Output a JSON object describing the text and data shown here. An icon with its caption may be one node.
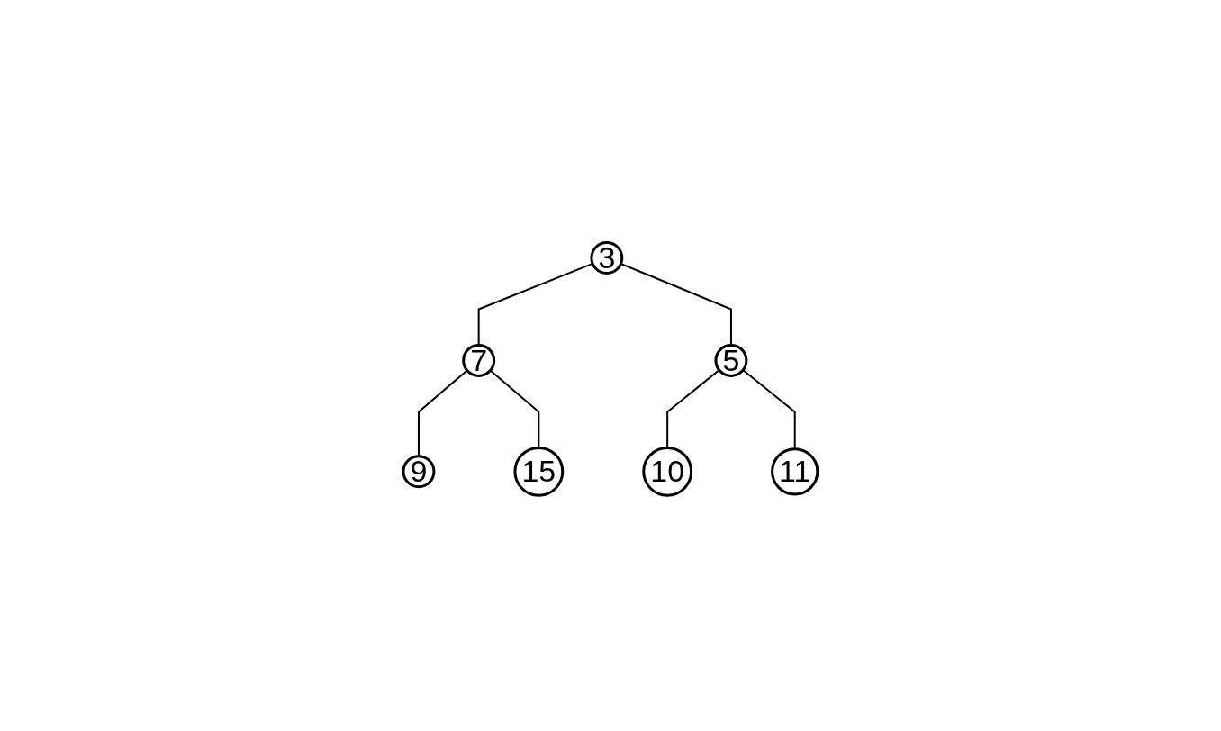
{
  "diagram": {
    "nodes": [
      {
        "text": [
          "3"
        ]
      },
      {
        "text": [
          "7"
        ]
      },
      {
        "text": [
          "5"
        ]
      },
      {
        "text": [
          "9"
        ]
      },
      {
        "text": [
          "15"
        ]
      },
      {
        "text": [
          "10"
        ]
      },
      {
        "text": [
          "11"
        ]
      }
    ],
    "edges": [
      {
        "from": 0,
        "to": 1,
        "arrow": "none"
      },
      {
        "from": 0,
        "to": 2,
        "arrow": "none"
      },
      {
        "from": 1,
        "to": 3,
        "arrow": "none"
      },
      {
        "from": 1,
        "to": 4,
        "arrow": "none"
      },
      {
        "from": 2,
        "to": 5,
        "arrow": "none"
      },
      {
        "from": 2,
        "to": 6,
        "arrow": "none"
      }
    ]
  }
}
